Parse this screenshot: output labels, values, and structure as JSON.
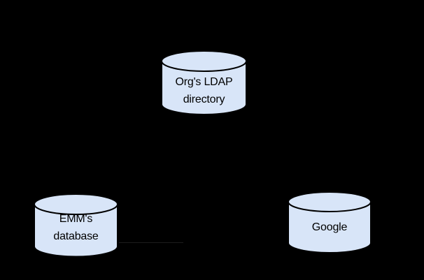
{
  "diagram": {
    "nodes": {
      "ldap": {
        "shape": "database-cylinder",
        "lines": [
          "Org's LDAP",
          "directory"
        ]
      },
      "emm": {
        "shape": "database-cylinder",
        "lines": [
          "EMM's",
          "database"
        ]
      },
      "google": {
        "shape": "database-cylinder",
        "lines": [
          "Google"
        ]
      }
    },
    "connectors": {
      "emm_to_google": "faint horizontal line"
    }
  },
  "colors": {
    "background": "#000000",
    "node-fill": "#d8e5f8",
    "node-stroke": "#000000",
    "label-text": "#000000",
    "faint-line": "#1c1c1c"
  }
}
